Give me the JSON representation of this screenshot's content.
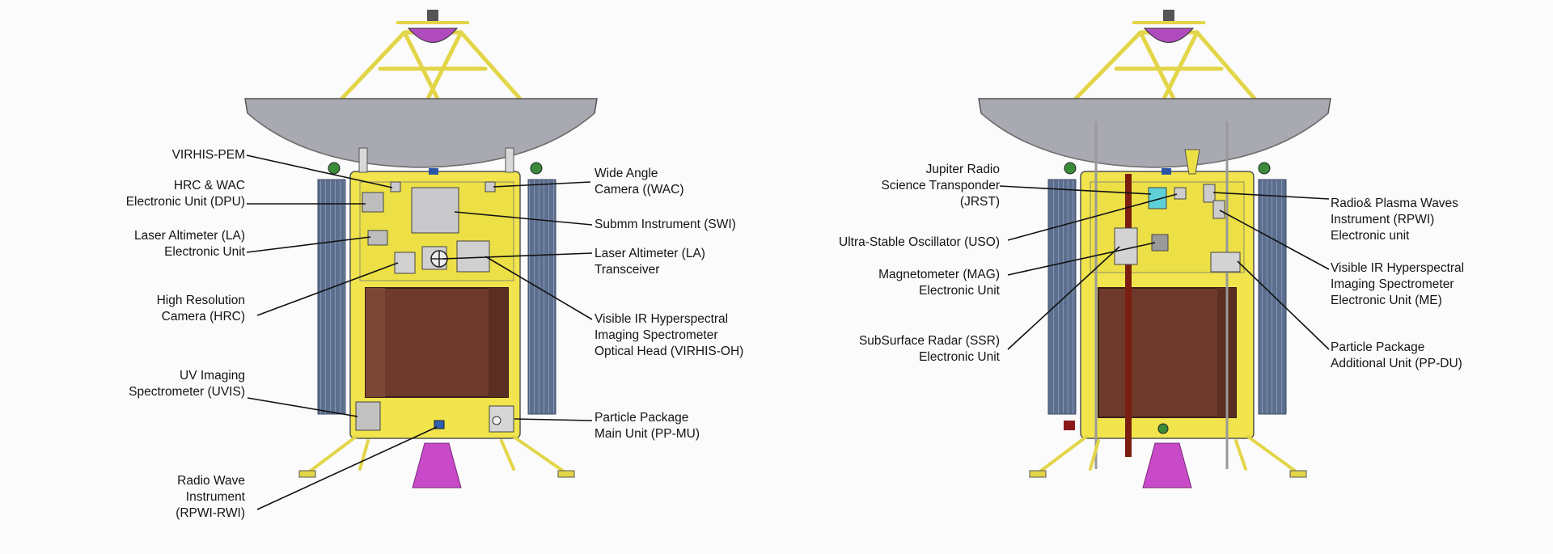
{
  "left_view": {
    "labels": {
      "virhis_pem": "VIRHIS-PEM",
      "hrc_wac_dpu": "HRC & WAC\nElectronic Unit (DPU)",
      "la_eu": "Laser Altimeter (LA)\nElectronic Unit",
      "hrc": "High Resolution\nCamera (HRC)",
      "uvis": "UV Imaging\nSpectrometer (UVIS)",
      "rwi": "Radio Wave\nInstrument\n(RPWI-RWI)",
      "wac": "Wide Angle\nCamera ((WAC)",
      "swi": "Submm Instrument (SWI)",
      "la_tx": "Laser Altimeter (LA)\nTransceiver",
      "virhis_oh": "Visible IR Hyperspectral\nImaging Spectrometer\nOptical Head (VIRHIS-OH)",
      "pp_mu": "Particle Package\nMain Unit (PP-MU)"
    }
  },
  "right_view": {
    "labels": {
      "jrst": "Jupiter Radio\nScience Transponder\n(JRST)",
      "uso": "Ultra-Stable Oscillator (USO)",
      "mag": "Magnetometer (MAG)\nElectronic Unit",
      "ssr": "SubSurface Radar (SSR)\nElectronic Unit",
      "rpwi_eu": "Radio& Plasma Waves\nInstrument (RPWI)\nElectronic unit",
      "virhis_me": "Visible IR Hyperspectral\nImaging Spectrometer\nElectronic Unit (ME)",
      "pp_du": "Particle Package\nAdditional Unit (PP-DU)"
    }
  },
  "colors": {
    "body": "#f2e64a",
    "panel": "#6e7f9c",
    "antenna": "#a8a8b0",
    "truss": "#e6d84a",
    "nozzle": "#cc44cc",
    "tank": "#6b3a2e",
    "leader": "#111111"
  }
}
